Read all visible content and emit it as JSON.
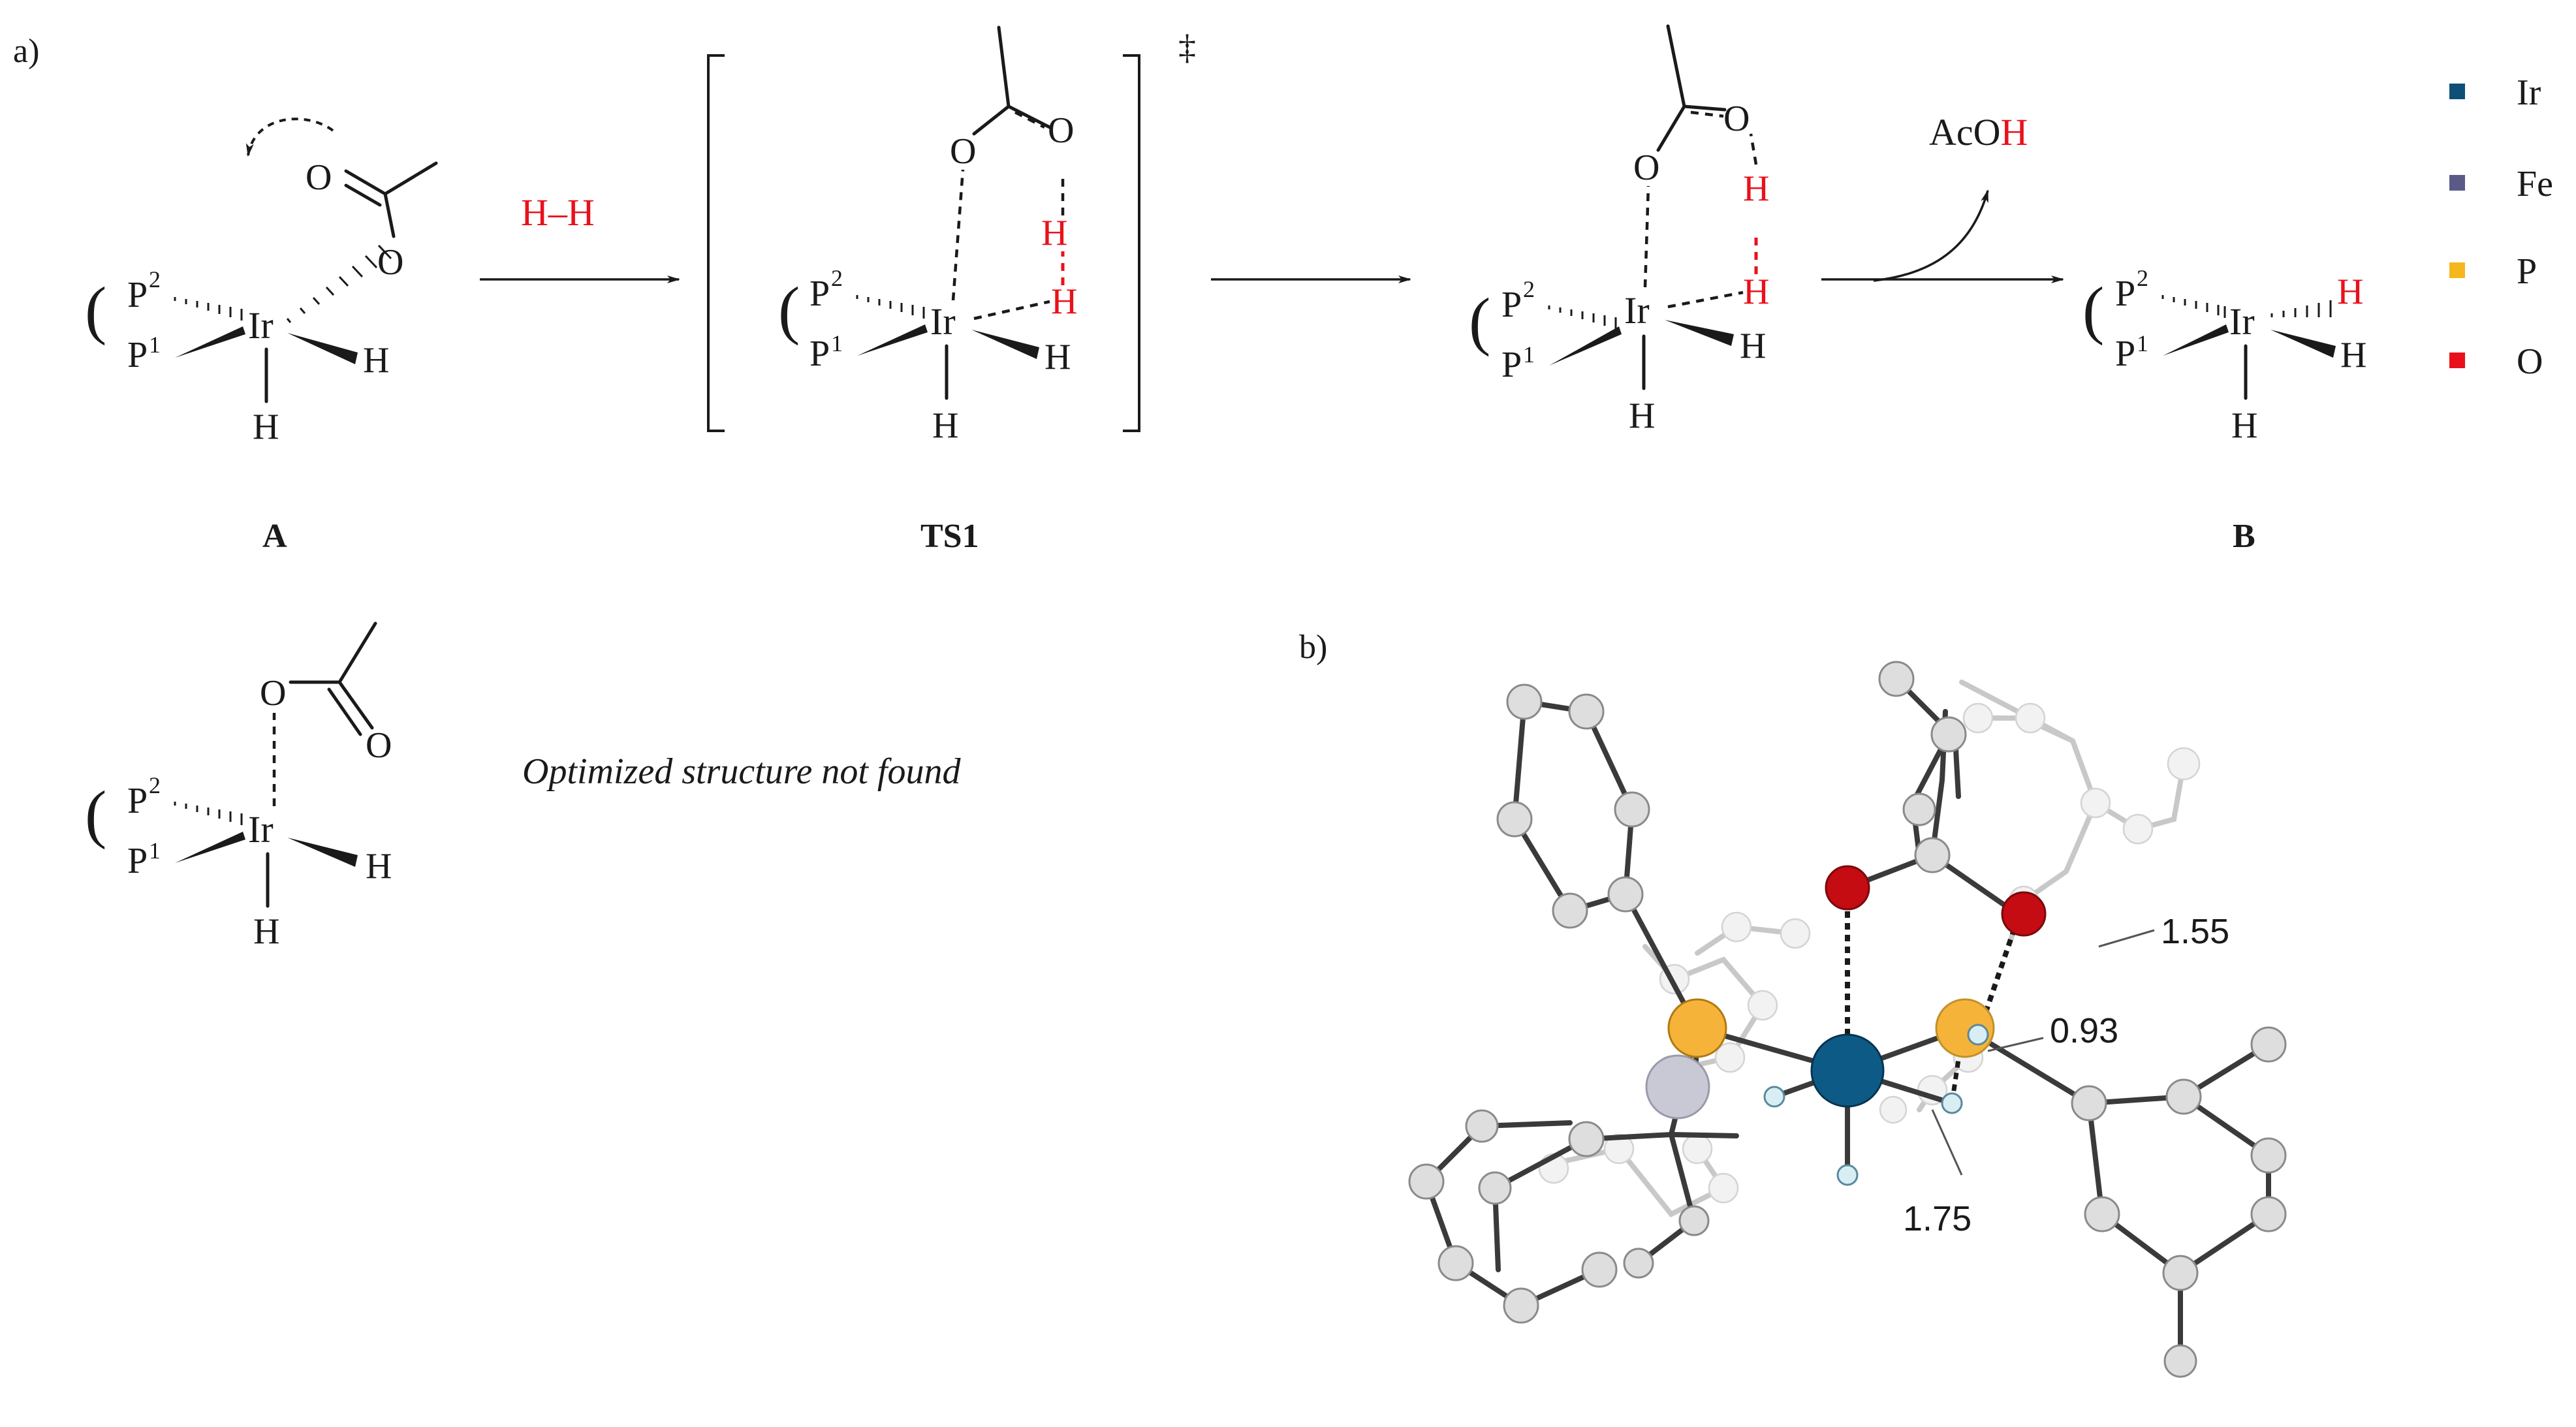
{
  "panel_labels": {
    "a": "a)",
    "b": "b)"
  },
  "reagent": "H–H",
  "ts_mark": "‡",
  "product_label": {
    "prefix": "AcO",
    "suffix": "H"
  },
  "structure_labels": {
    "A": "A",
    "TS1": "TS1",
    "B": "B"
  },
  "not_found_text": "Optimized structure not found",
  "atoms": {
    "Ir": "Ir",
    "P1": "P",
    "P2": "P",
    "H": "H",
    "O": "O",
    "sup1": "1",
    "sup2": "2",
    "paren": "("
  },
  "legend": [
    {
      "label": "Ir",
      "color": "#0e4f78"
    },
    {
      "label": "Fe",
      "color": "#5a5a86"
    },
    {
      "label": "P",
      "color": "#f6b71e"
    },
    {
      "label": "O",
      "color": "#e8111b"
    }
  ],
  "distances": {
    "d1": "1.55",
    "d2": "0.93",
    "d3": "1.75"
  },
  "model_colors": {
    "Ir": "#0e5a86",
    "Fe": "#c9c9d6",
    "P": "#f6b33a",
    "O": "#c40c12",
    "H": "#d8eef4"
  }
}
